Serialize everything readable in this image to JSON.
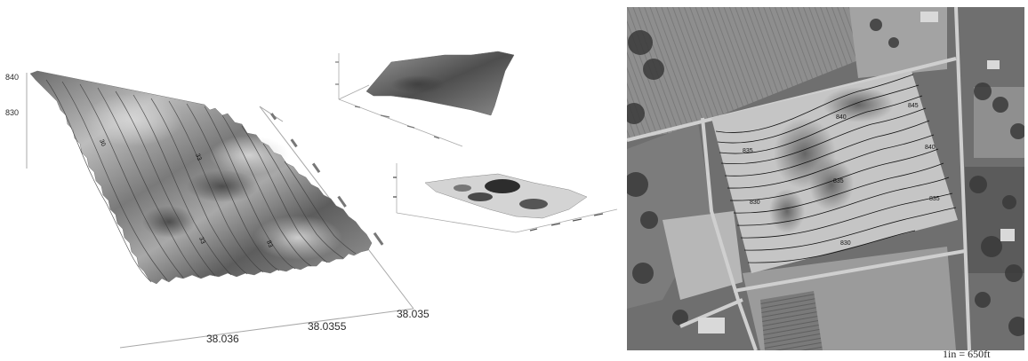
{
  "main_surface": {
    "z_ticks": [
      "840",
      "830"
    ],
    "axis_ticks": [
      "38.036",
      "38.0355",
      "38.035"
    ],
    "contour_labels": [
      "30",
      "33",
      "33",
      "83"
    ]
  },
  "aerial_photo": {
    "contour_labels": [
      "845",
      "840",
      "840",
      "835",
      "835",
      "835",
      "830",
      "830"
    ],
    "scale": "1in = 650ft"
  },
  "colors": {
    "surface_light": "#c9c9c9",
    "surface_dark": "#5a5a5a",
    "axis": "#999999",
    "background": "#ffffff"
  }
}
